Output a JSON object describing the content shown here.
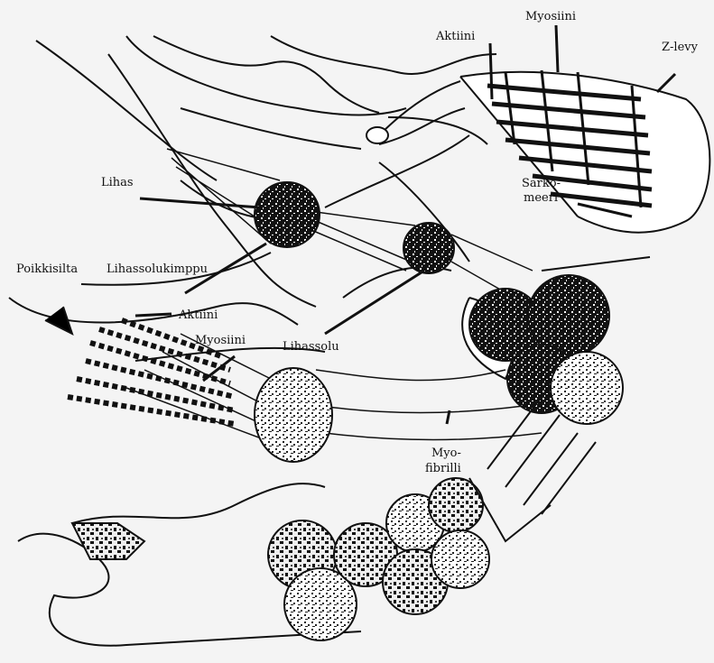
{
  "labels": {
    "aktiini_top": "Aktiini",
    "myosiini_top": "Myosiini",
    "z_levy": "Z-levy",
    "sarkomeeri_line1": "Sarko-",
    "sarkomeeri_line2": "meeri",
    "lihas": "Lihas",
    "poikkisilta": "Poikkisilta",
    "lihassolukimppu": "Lihassolukimppu",
    "aktiini_left": "Aktiini",
    "myosiini_left": "Myosiini",
    "lihassolu": "Lihassolu",
    "myofibrilli_line1": "Myo-",
    "myofibrilli_line2": "fibrilli"
  },
  "colors": {
    "ink": "#111111",
    "paper": "#f4f4f4"
  }
}
